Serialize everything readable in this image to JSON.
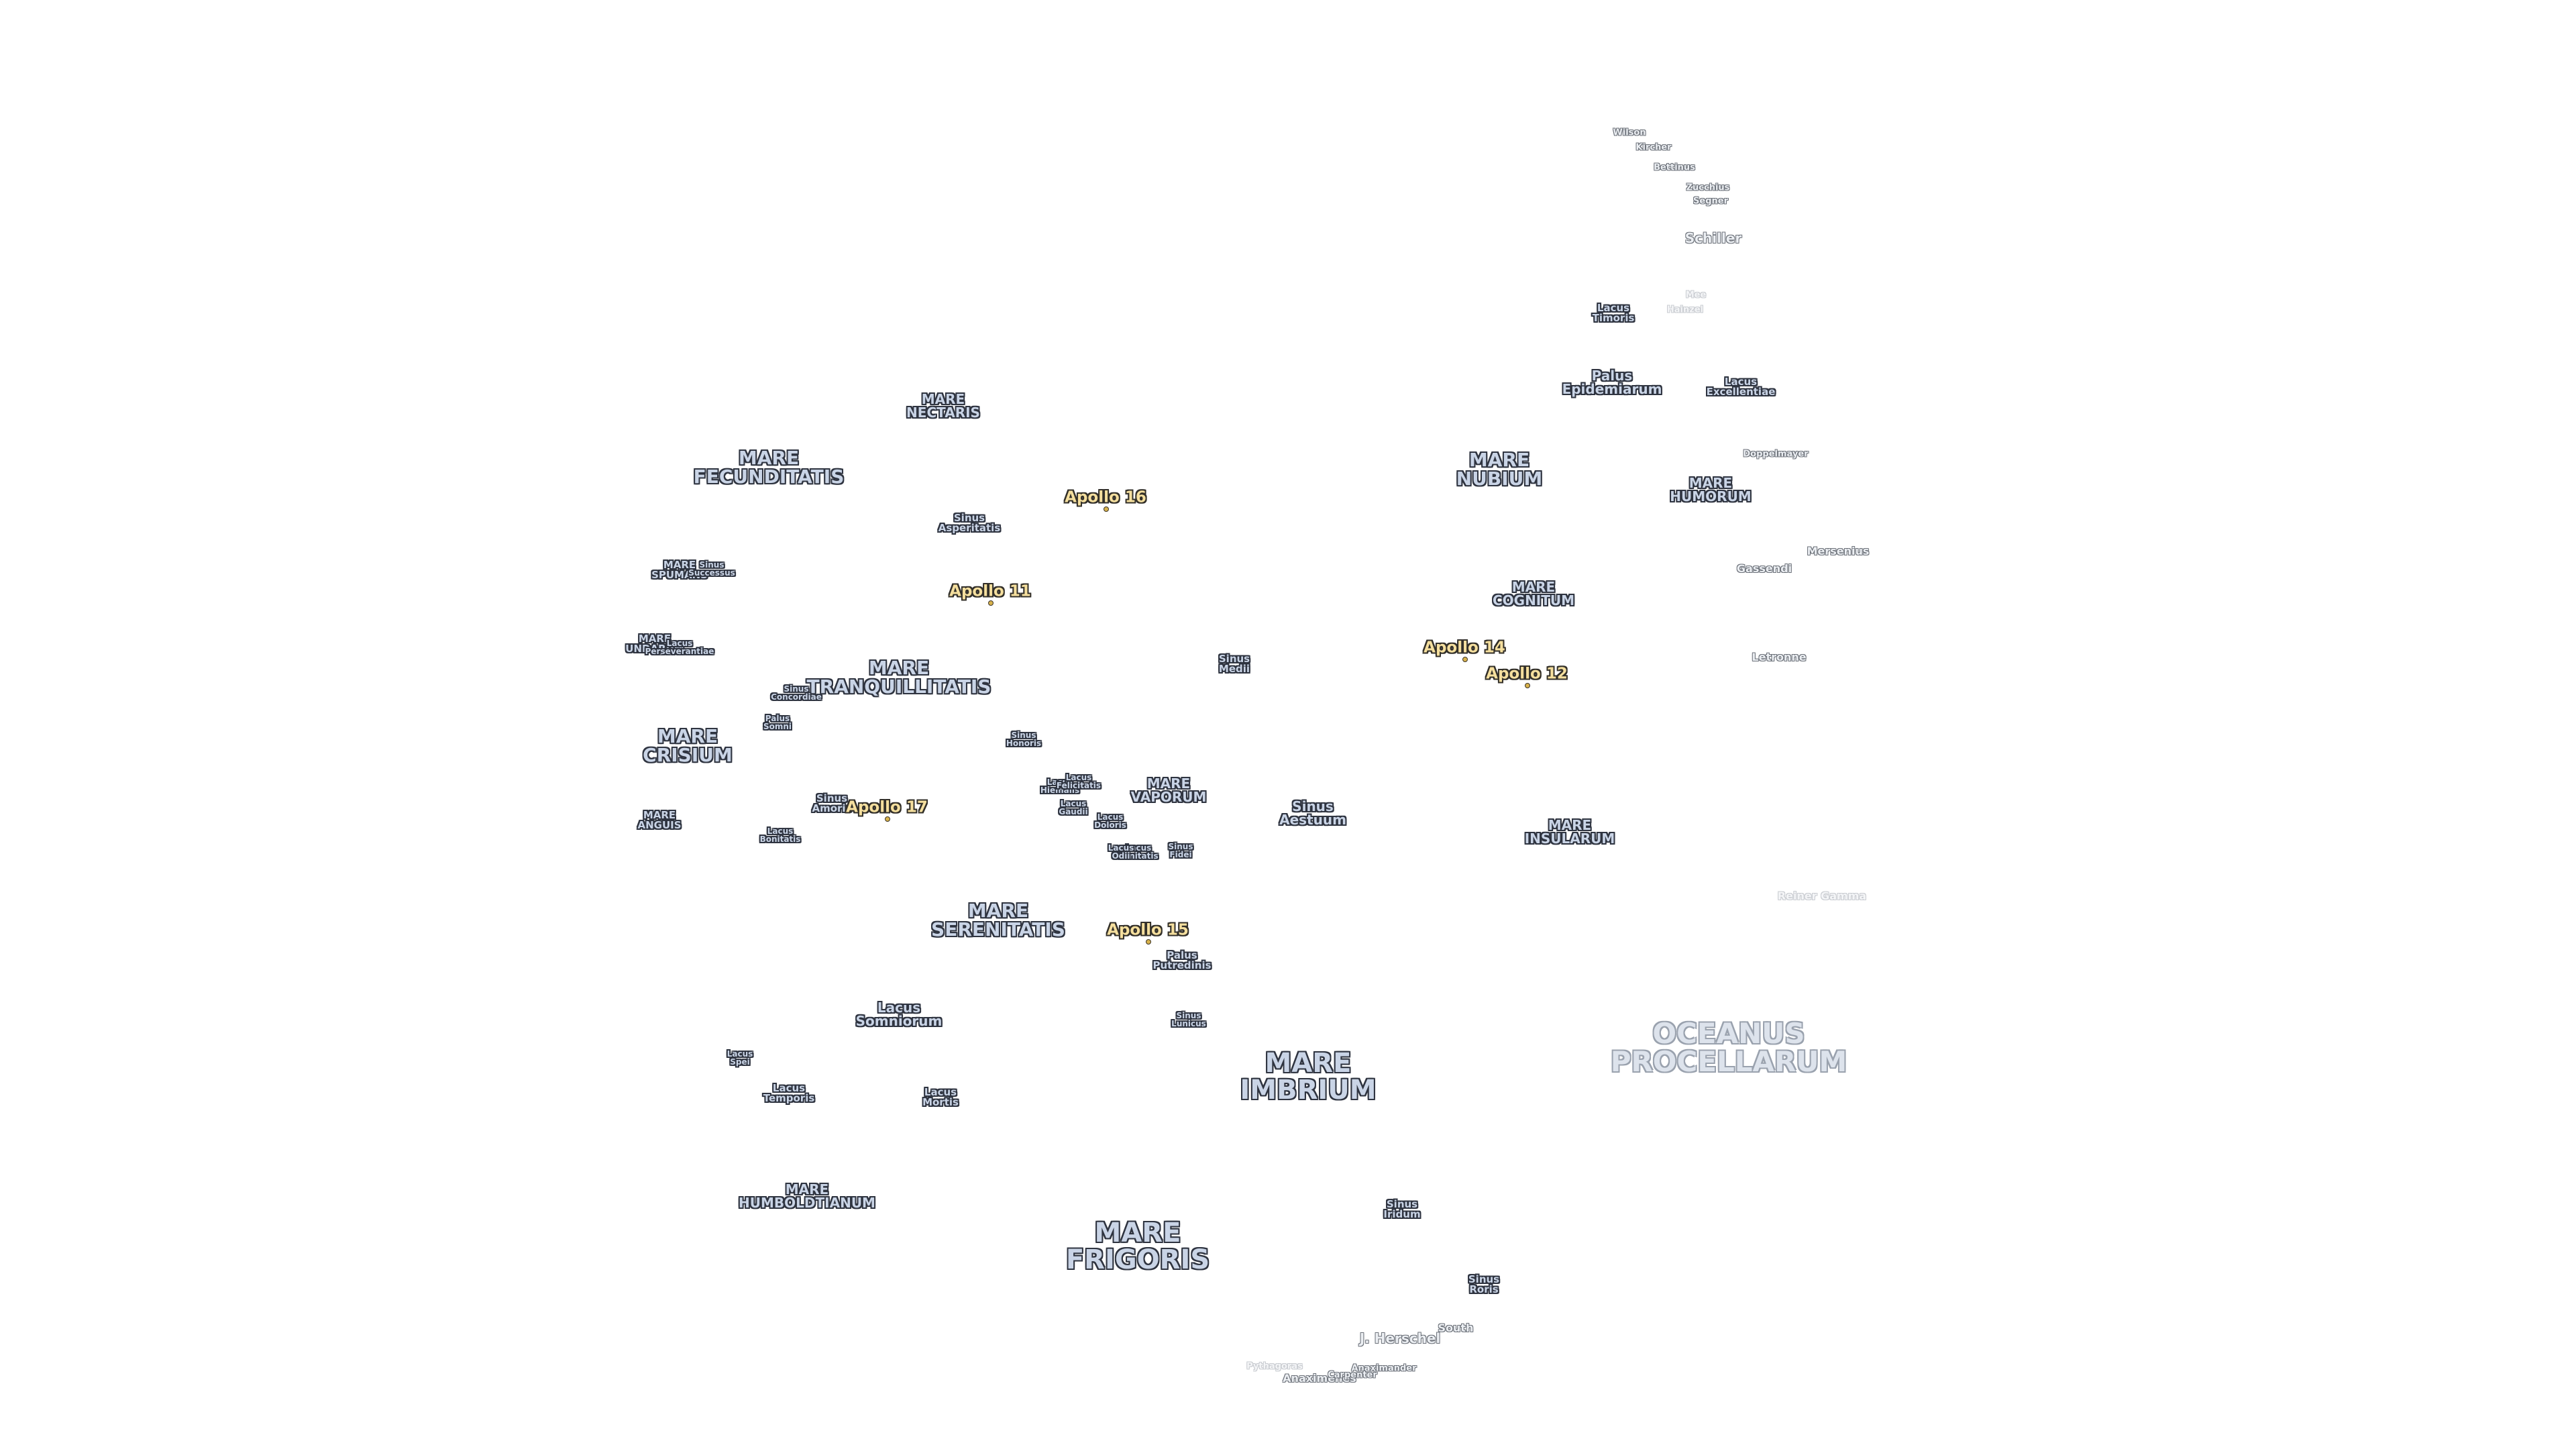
{
  "maria": [
    {
      "text": "OCEANUS\nPROCELLARUM",
      "size": "ocean"
    },
    {
      "text": "MARE\nFRIGORIS",
      "size": "xl"
    },
    {
      "text": "MARE\nIMBRIUM",
      "size": "xl"
    },
    {
      "text": "MARE\nTRANQUILLITATIS",
      "size": "lg"
    },
    {
      "text": "MARE\nSERENITATIS",
      "size": "lg"
    },
    {
      "text": "MARE\nFECUNDITATIS",
      "size": "lg"
    },
    {
      "text": "MARE\nCRISIUM",
      "size": "lg"
    },
    {
      "text": "MARE\nNUBIUM",
      "size": "lg"
    },
    {
      "text": "MARE\nHUMORUM",
      "size": "md"
    },
    {
      "text": "MARE\nINSULARUM",
      "size": "md"
    },
    {
      "text": "MARE\nCOGNITUM",
      "size": "md"
    },
    {
      "text": "MARE\nVAPORUM",
      "size": "md"
    },
    {
      "text": "MARE\nNECTARIS",
      "size": "md"
    },
    {
      "text": "MARE\nHUMBOLDTIANUM",
      "size": "md"
    },
    {
      "text": "MARE\nSPUMANS",
      "size": "sm"
    },
    {
      "text": "MARE\nUNDARUM",
      "size": "sm"
    },
    {
      "text": "MARE\nANGUIS",
      "size": "sm"
    },
    {
      "text": "Lacus\nSomniorum",
      "size": "md"
    },
    {
      "text": "Lacus\nSpei",
      "size": "xs"
    },
    {
      "text": "Lacus\nTemporis",
      "size": "sm"
    },
    {
      "text": "Lacus\nMortis",
      "size": "sm"
    },
    {
      "text": "Lacus\nBonitatis",
      "size": "xs"
    },
    {
      "text": "Lacus\nLenitatis",
      "size": "xs"
    },
    {
      "text": "Lacus\nGaudii",
      "size": "xs"
    },
    {
      "text": "Lacus\nDoloris",
      "size": "xs"
    },
    {
      "text": "Lacus\nHiemalis",
      "size": "xs"
    },
    {
      "text": "Lacus\nOdii",
      "size": "xs"
    },
    {
      "text": "Lacus\nFelicitatis",
      "size": "xs"
    },
    {
      "text": "Lacus\nTimoris",
      "size": "sm"
    },
    {
      "text": "Lacus\nExcellentiae",
      "size": "sm"
    },
    {
      "text": "Lacus\nPerseverantiae",
      "size": "xs"
    },
    {
      "text": "Sinus\nAestuum",
      "size": "md"
    },
    {
      "text": "Sinus\nMedii",
      "size": "sm"
    },
    {
      "text": "Sinus\nIridum",
      "size": "sm"
    },
    {
      "text": "Sinus\nRoris",
      "size": "sm"
    },
    {
      "text": "Sinus\nLunicus",
      "size": "xs"
    },
    {
      "text": "Sinus\nAsperitatis",
      "size": "sm"
    },
    {
      "text": "Sinus\nAmoris",
      "size": "sm"
    },
    {
      "text": "Sinus\nHonoris",
      "size": "xs"
    },
    {
      "text": "Sinus\nConcordiae",
      "size": "xs"
    },
    {
      "text": "Sinus\nSuccessus",
      "size": "xs"
    },
    {
      "text": "Sinus\nFidei",
      "size": "xs"
    },
    {
      "text": "Palus\nPutredinis",
      "size": "sm"
    },
    {
      "text": "Palus\nSomni",
      "size": "xs"
    },
    {
      "text": "Palus\nEpidemiarum",
      "size": "md"
    }
  ],
  "craters": [
    {
      "text": "Schiller",
      "size": "md",
      "faint": false
    },
    {
      "text": "Wilson",
      "size": "xs",
      "faint": false
    },
    {
      "text": "Kircher",
      "size": "xs",
      "faint": false
    },
    {
      "text": "Bettinus",
      "size": "xs",
      "faint": false
    },
    {
      "text": "Zucchius",
      "size": "xs",
      "faint": false
    },
    {
      "text": "Segner",
      "size": "xs",
      "faint": false
    },
    {
      "text": "Mee",
      "size": "xs",
      "faint": true
    },
    {
      "text": "Hainzel",
      "size": "xs",
      "faint": true
    },
    {
      "text": "Doppelmayer",
      "size": "xs",
      "faint": false
    },
    {
      "text": "Mersenius",
      "size": "sm",
      "faint": false
    },
    {
      "text": "Gassendi",
      "size": "sm",
      "faint": false
    },
    {
      "text": "Letronne",
      "size": "sm",
      "faint": false
    },
    {
      "text": "Reiner Gamma",
      "size": "sm",
      "faint": true
    },
    {
      "text": "J. Herschel",
      "size": "md",
      "faint": false
    },
    {
      "text": "South",
      "size": "sm",
      "faint": false
    },
    {
      "text": "Anaximander",
      "size": "xs",
      "faint": false
    },
    {
      "text": "Anaximenes",
      "size": "sm",
      "faint": false
    },
    {
      "text": "Carpenter",
      "size": "xs",
      "faint": false
    },
    {
      "text": "Pythagoras",
      "size": "xs",
      "faint": true
    }
  ],
  "apollo_sites": [
    {
      "text": "Apollo 11"
    },
    {
      "text": "Apollo 12"
    },
    {
      "text": "Apollo 14"
    },
    {
      "text": "Apollo 15"
    },
    {
      "text": "Apollo 16"
    },
    {
      "text": "Apollo 17"
    }
  ],
  "colors": {
    "background": "#ffffff",
    "feature_fill": "#c9d4e6",
    "feature_outline": "#2f3440",
    "crater_fill": "#eceff3",
    "crater_outline": "#6d727a",
    "apollo_fill": "#f5df9e",
    "apollo_outline": "#33302a"
  }
}
